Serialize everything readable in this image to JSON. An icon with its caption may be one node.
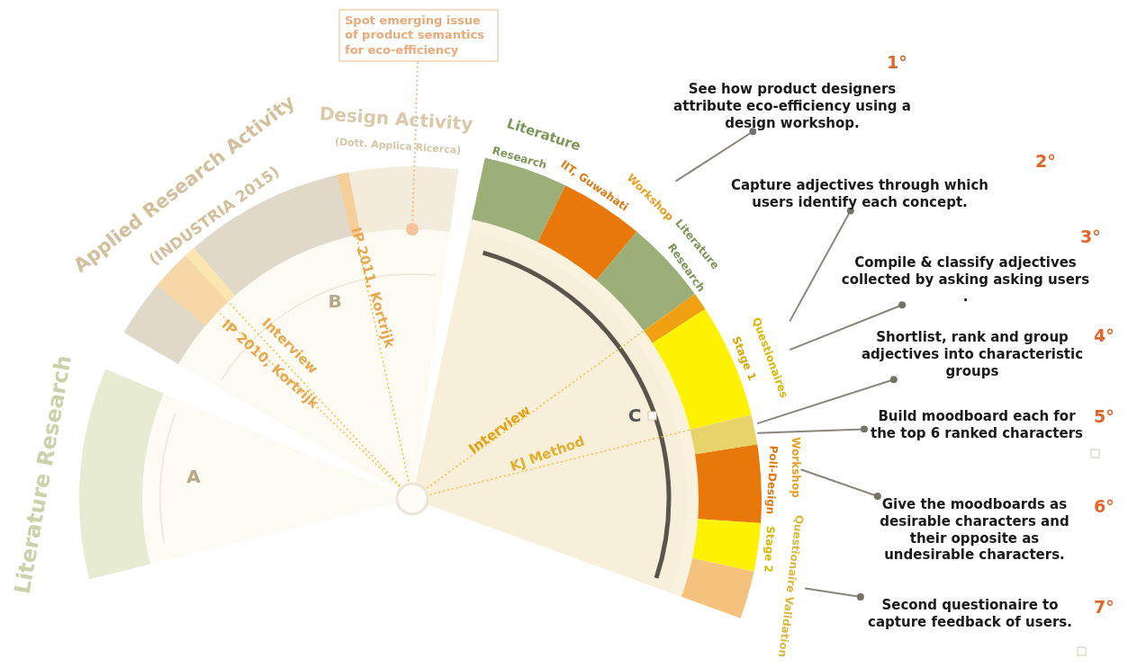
{
  "diagram": {
    "nodes": [
      {
        "text": [
          "Spot emerging issue of product semantics for eco-efficiency"
        ]
      },
      {
        "text": [],
        "shape": "circle"
      },
      {
        "text": [
          "See how product designers attribute eco-efficiency using a design workshop."
        ],
        "beside": [
          "1°"
        ]
      },
      {
        "text": [
          "Capture adjectives through which users identify each concept."
        ],
        "beside": [
          "2°"
        ]
      },
      {
        "text": [
          "Compile & classify adjectives collected by asking asking users ."
        ],
        "beside": [
          "3°"
        ]
      },
      {
        "text": [
          "Shortlist, rank and group adjectives into characteristic groups"
        ],
        "beside": [
          "4°"
        ]
      },
      {
        "text": [
          "Build moodboard each for the top 6 ranked characters"
        ],
        "beside": [
          "5°"
        ]
      },
      {
        "text": [
          "Give the moodboards as desirable characters and their opposite as undesirable characters."
        ],
        "beside": [
          "6°"
        ]
      },
      {
        "text": [
          "Second questionaire to capture feedback of users."
        ],
        "beside": [
          "7°"
        ]
      },
      {
        "text": [
          "Workshop"
        ]
      },
      {
        "text": [
          "Questionaires"
        ]
      },
      {
        "text": [],
        "shape": "bar"
      },
      {
        "text": [
          "Workshop"
        ]
      },
      {
        "text": [
          "Questionaire Validation"
        ]
      }
    ],
    "edges": [
      {
        "from": 0,
        "to": 1,
        "arrow": "none",
        "style": "dashed",
        "color": "#f0b98a"
      },
      {
        "from": 2,
        "to": 9,
        "arrow": "other"
      },
      {
        "from": 3,
        "to": 10,
        "arrow": "other"
      },
      {
        "from": 4,
        "to": 10,
        "arrow": "other"
      },
      {
        "from": 5,
        "to": 11,
        "arrow": "other"
      },
      {
        "from": 6,
        "to": 11,
        "arrow": "other"
      },
      {
        "from": 7,
        "to": 12,
        "arrow": "other"
      },
      {
        "from": 8,
        "to": 13,
        "arrow": "other"
      }
    ],
    "labels": [
      "Literature Research",
      "A",
      "Applied Research Activity",
      "(INDUSTRIA 2015)",
      "B",
      "Design Activity",
      "(Dott. Applica Ricerca)",
      "Interview",
      "IP 2010, Kortrijk",
      "IP 2011, Kortrijk",
      "Literature",
      "Research",
      "IIT, Guwahati",
      "Literature",
      "Research",
      "Stage 1",
      "Interview",
      "KJ Method",
      "C",
      "Poli-Design",
      "Stage 2"
    ]
  }
}
